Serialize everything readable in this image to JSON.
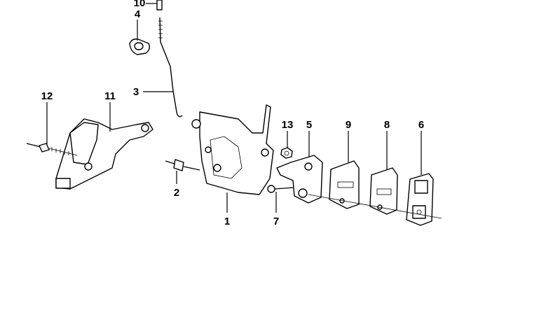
{
  "diagram": {
    "labels": {
      "p10": "10",
      "p4": "4",
      "p3": "3",
      "p12": "12",
      "p11": "11",
      "p2": "2",
      "p1": "1",
      "p13": "13",
      "p7": "7",
      "p5": "5",
      "p9": "9",
      "p8": "8",
      "p6": "6"
    }
  }
}
